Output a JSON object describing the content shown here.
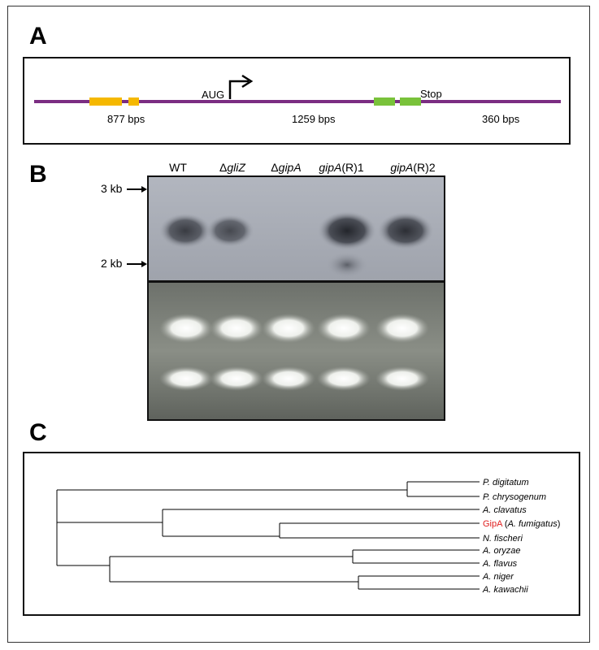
{
  "panels": {
    "a": "A",
    "b": "B",
    "c": "C"
  },
  "panel_a": {
    "start_codon": "AUG",
    "stop_codon": "Stop",
    "segments": [
      "877 bps",
      "1259 bps",
      "360 bps"
    ],
    "colors": {
      "line": "#7b2d82",
      "exon_upstream": "#f5b800",
      "exon_downstream": "#79c23a"
    }
  },
  "panel_b": {
    "lanes": [
      {
        "pre": "",
        "italic": "",
        "post": "WT"
      },
      {
        "pre": "Δ",
        "italic": "gliZ",
        "post": ""
      },
      {
        "pre": "Δ",
        "italic": "gipA",
        "post": ""
      },
      {
        "pre": "",
        "italic": "gipA",
        "post": "(R)1"
      },
      {
        "pre": "",
        "italic": "gipA",
        "post": "(R)2"
      }
    ],
    "markers": [
      "3 kb",
      "2 kb"
    ],
    "northern_band_intensity": [
      0.75,
      0.6,
      0.0,
      1.0,
      0.9
    ]
  },
  "panel_c": {
    "taxa": [
      {
        "italic": "P. digitatum",
        "prefix": "",
        "suffix": ""
      },
      {
        "italic": "P. chrysogenum",
        "prefix": "",
        "suffix": ""
      },
      {
        "italic": "A. clavatus",
        "prefix": "",
        "suffix": ""
      },
      {
        "italic": "A. fumigatus",
        "prefix": "GipA (",
        "suffix": ")"
      },
      {
        "italic": "N. fischeri",
        "prefix": "",
        "suffix": ""
      },
      {
        "italic": "A. oryzae",
        "prefix": "",
        "suffix": ""
      },
      {
        "italic": "A. flavus",
        "prefix": "",
        "suffix": ""
      },
      {
        "italic": "A. niger",
        "prefix": "",
        "suffix": ""
      },
      {
        "italic": "A. kawachii",
        "prefix": "",
        "suffix": ""
      }
    ],
    "highlight_color": "#e02020"
  }
}
